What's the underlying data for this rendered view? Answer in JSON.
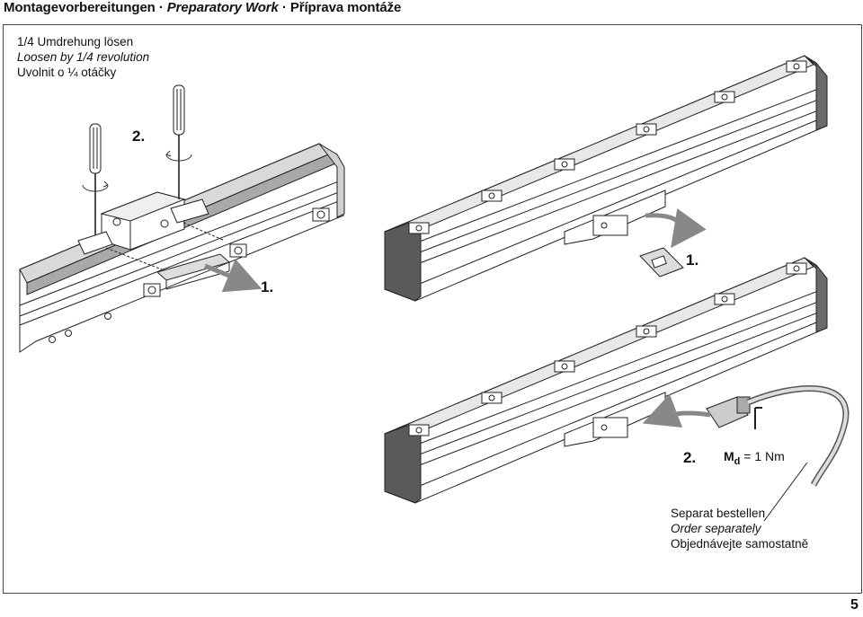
{
  "header": {
    "de": "Montagevorbereitungen",
    "sep1": " · ",
    "en": "Preparatory Work",
    "sep2": " · ",
    "cz": "Příprava montáže"
  },
  "instruction": {
    "de": "1/4 Umdrehung lösen",
    "en": "Loosen by 1/4 revolution",
    "cz": "Uvolnit o ¼ otáčky"
  },
  "callouts": {
    "left_step2": "2.",
    "left_step1": "1.",
    "right_top_step1": "1.",
    "right_bottom_step2": "2."
  },
  "torque": {
    "symbol": "M",
    "subscript": "d",
    "value": "= 1 Nm"
  },
  "order_note": {
    "de": "Separat bestellen",
    "en": "Order separately",
    "cz": "Objednávejte samostatně"
  },
  "page_number": "5",
  "colors": {
    "line": "#222222",
    "end_cap": "#5a5a5a",
    "shade": "#bdbdbd",
    "light_shade": "#e6e6e6"
  }
}
